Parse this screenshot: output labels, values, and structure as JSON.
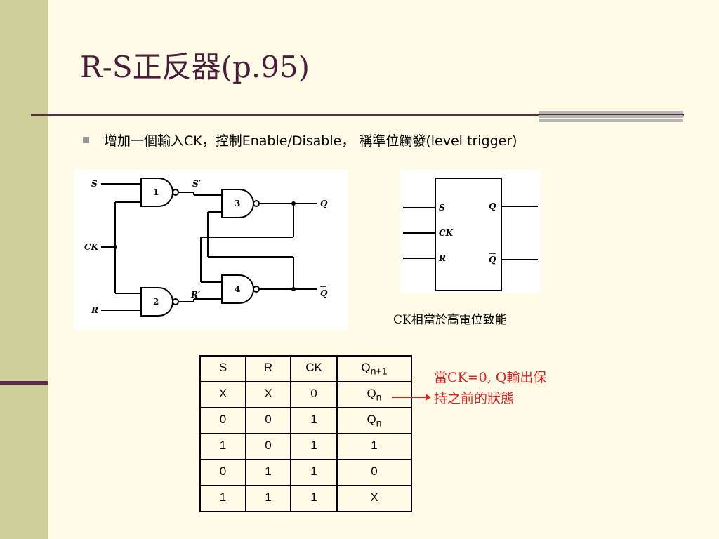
{
  "slide": {
    "title": "R-S正反器(p.95)",
    "bullet": "增加一個輸入CK，控制Enable/Disable， 稱準位觸發(level trigger)",
    "caption": "CK相當於高電位致能",
    "note": "當CK=0, Q輸出保持之前的狀態"
  },
  "circuit": {
    "inputs": [
      "S",
      "CK",
      "R"
    ],
    "outputs": [
      "Q",
      "Q"
    ],
    "intermediate": [
      "S′",
      "R′"
    ],
    "gates": [
      "1",
      "2",
      "3",
      "4"
    ]
  },
  "block": {
    "left_pins": [
      "S",
      "CK",
      "R"
    ],
    "right_pins": [
      "Q",
      "Q"
    ]
  },
  "truth_table": {
    "headers": [
      {
        "main": "S",
        "sub": ""
      },
      {
        "main": "R",
        "sub": ""
      },
      {
        "main": "CK",
        "sub": ""
      },
      {
        "main": "Q",
        "sub": "n+1"
      }
    ],
    "rows": [
      [
        {
          "main": "X",
          "sub": ""
        },
        {
          "main": "X",
          "sub": ""
        },
        {
          "main": "0",
          "sub": ""
        },
        {
          "main": "Q",
          "sub": "n"
        }
      ],
      [
        {
          "main": "0",
          "sub": ""
        },
        {
          "main": "0",
          "sub": ""
        },
        {
          "main": "1",
          "sub": ""
        },
        {
          "main": "Q",
          "sub": "n"
        }
      ],
      [
        {
          "main": "1",
          "sub": ""
        },
        {
          "main": "0",
          "sub": ""
        },
        {
          "main": "1",
          "sub": ""
        },
        {
          "main": "1",
          "sub": ""
        }
      ],
      [
        {
          "main": "0",
          "sub": ""
        },
        {
          "main": "1",
          "sub": ""
        },
        {
          "main": "1",
          "sub": ""
        },
        {
          "main": "0",
          "sub": ""
        }
      ],
      [
        {
          "main": "1",
          "sub": ""
        },
        {
          "main": "1",
          "sub": ""
        },
        {
          "main": "1",
          "sub": ""
        },
        {
          "main": "X",
          "sub": ""
        }
      ]
    ]
  }
}
